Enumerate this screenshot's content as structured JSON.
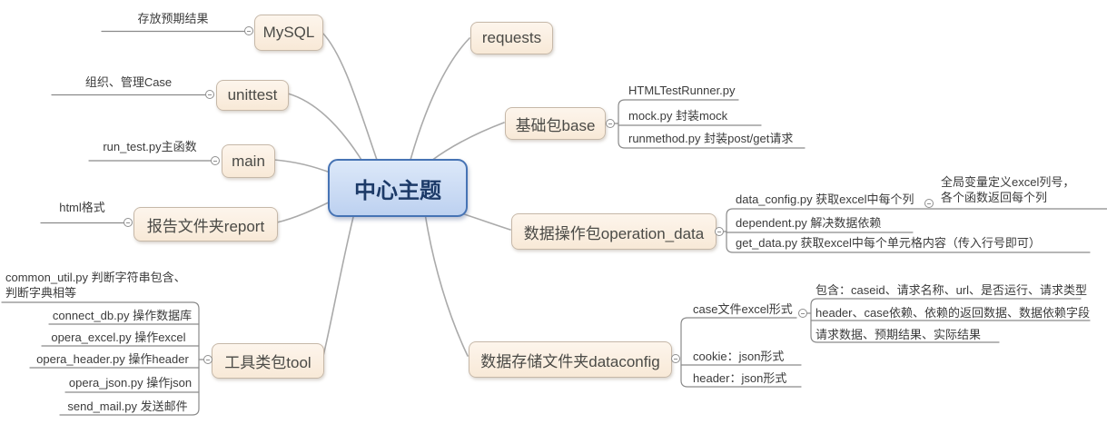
{
  "root": {
    "label": "中心主题"
  },
  "colors": {
    "root_fill": "#c9d9f3",
    "root_border": "#4673b4",
    "topic_fill": "#f9ecdc",
    "topic_border": "#c6b8a8",
    "line": "#8a8a8a",
    "text": "#3b3b3b"
  },
  "left_branches": [
    {
      "id": "mysql",
      "label": "MySQL",
      "note": "存放预期结果"
    },
    {
      "id": "unittest",
      "label": "unittest",
      "note": "组织、管理Case"
    },
    {
      "id": "main",
      "label": "main",
      "note": "run_test.py主函数"
    },
    {
      "id": "report",
      "label": "报告文件夹report",
      "note": "html格式"
    },
    {
      "id": "tool",
      "label": "工具类包tool",
      "children": [
        {
          "line1": "common_util.py 判断字符串包含、",
          "line2": "判断字典相等"
        },
        {
          "label": "connect_db.py 操作数据库"
        },
        {
          "label": "opera_excel.py 操作excel"
        },
        {
          "label": "opera_header.py 操作header"
        },
        {
          "label": "opera_json.py 操作json"
        },
        {
          "label": "send_mail.py 发送邮件"
        }
      ]
    }
  ],
  "right_branches": [
    {
      "id": "requests",
      "label": "requests"
    },
    {
      "id": "base",
      "label": "基础包base",
      "children": [
        {
          "label": "HTMLTestRunner.py"
        },
        {
          "label": "mock.py 封装mock"
        },
        {
          "label": "runmethod.py 封装post/get请求"
        }
      ]
    },
    {
      "id": "operation_data",
      "label": "数据操作包operation_data",
      "children": [
        {
          "label": "data_config.py 获取excel中每个列",
          "child": {
            "line1": "全局变量定义excel列号，",
            "line2": "各个函数返回每个列"
          }
        },
        {
          "label": "dependent.py 解决数据依赖"
        },
        {
          "label": "get_data.py 获取excel中每个单元格内容（传入行号即可）"
        }
      ]
    },
    {
      "id": "dataconfig",
      "label": "数据存储文件夹dataconfig",
      "children": [
        {
          "label": "case文件excel形式",
          "children": [
            {
              "label": "包含：caseid、请求名称、url、是否运行、请求类型"
            },
            {
              "label": "header、case依赖、依赖的返回数据、数据依赖字段"
            },
            {
              "label": "请求数据、预期结果、实际结果"
            }
          ]
        },
        {
          "label": "cookie：json形式"
        },
        {
          "label": "header：json形式"
        }
      ]
    }
  ]
}
